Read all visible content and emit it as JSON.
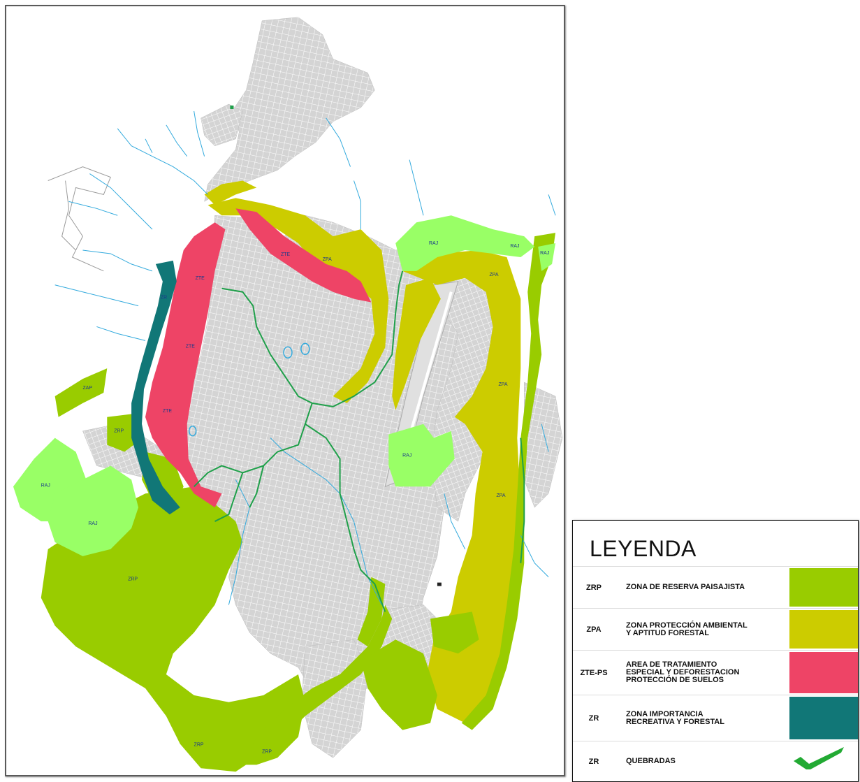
{
  "map": {
    "colors": {
      "urban_fill": "#d4d4d4",
      "street_line": "#ffffff",
      "river": "#33aadd",
      "ravine": "#1fa04a",
      "zrp": "#99cc00",
      "zpa": "#cccc00",
      "zte_ps": "#ee4466",
      "zr": "#117777",
      "light_green": "#99ff66"
    },
    "zone_labels": [
      "ZAP",
      "ZRP",
      "RAJ",
      "RAJ",
      "ZRP",
      "ZRP",
      "ZRP",
      "RAJ",
      "RAJ",
      "RAJ",
      "RAJ",
      "ZPA",
      "ZPA",
      "ZPA",
      "ZPA",
      "ZTE",
      "ZTE",
      "ZTE",
      "ZTE",
      "ZR"
    ]
  },
  "legend": {
    "title": "LEYENDA",
    "items": [
      {
        "code": "ZRP",
        "description": "ZONA DE RESERVA PAISAJISTA",
        "color": "#99cc00"
      },
      {
        "code": "ZPA",
        "description": "ZONA PROTECCIÓN AMBIENTAL\nY APTITUD FORESTAL",
        "color": "#cccc00"
      },
      {
        "code": "ZTE-PS",
        "description": "AREA DE TRATAMIENTO\nESPECIAL Y DEFORESTACION\nPROTECCIÓN DE SUELOS",
        "color": "#ee4466"
      },
      {
        "code": "ZR",
        "description": "ZONA IMPORTANCIA\nRECREATIVA Y FORESTAL",
        "color": "#117777"
      },
      {
        "code": "ZR",
        "description": "QUEBRADAS",
        "icon": "green-check-icon",
        "color": "#22aa33"
      }
    ]
  }
}
